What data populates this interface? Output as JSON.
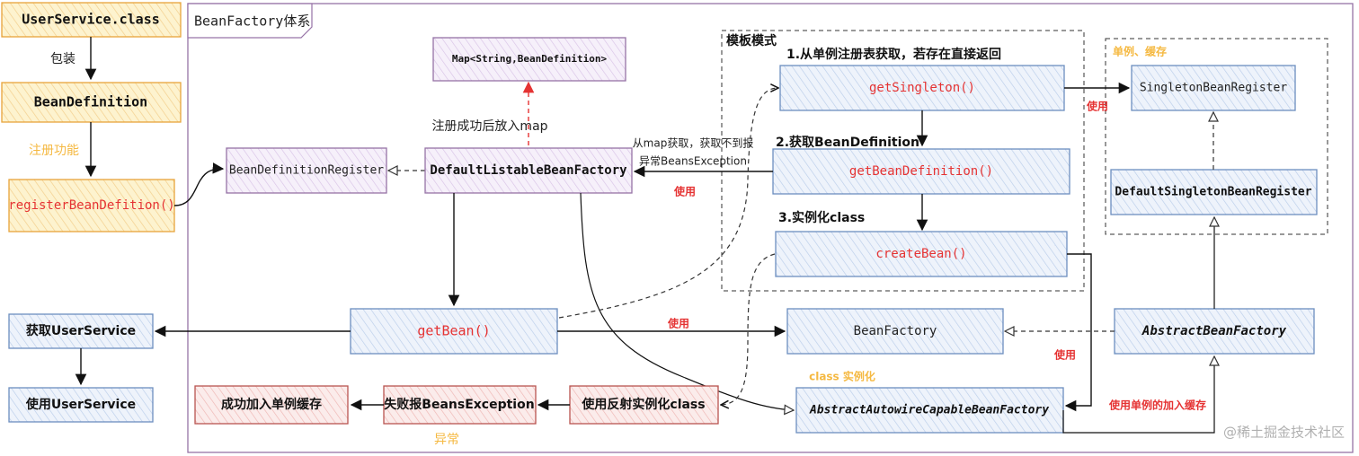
{
  "colors": {
    "yellow_fill": "#fdf3cf",
    "yellow_stroke": "#e8a33b",
    "blue_fill": "#e3ecf8",
    "blue_stroke": "#6c8ebf",
    "purple_fill": "#efe7f6",
    "purple_stroke": "#9673a6",
    "red_fill": "#f7dedd",
    "red_stroke": "#b85450",
    "accent_red": "#e53333",
    "accent_orange": "#f5b942",
    "text_dark": "#111111"
  },
  "left_flow": {
    "userservice_class": "UserService.class",
    "wrap_label": "包装",
    "bean_definition": "BeanDefinition",
    "register_label": "注册功能",
    "register_method": "registerBeanDefition()",
    "get_userservice": "获取UserService",
    "use_userservice": "使用UserService"
  },
  "frame": {
    "title": "BeanFactory体系"
  },
  "nodes": {
    "map": "Map<String,BeanDefinition>",
    "bean_definition_register": "BeanDefinitionRegister",
    "default_listable": "DefaultListableBeanFactory",
    "get_bean": "getBean()",
    "bean_factory": "BeanFactory",
    "abstract_bean_factory": "AbstractBeanFactory",
    "abstract_autowire": "AbstractAutowireCapableBeanFactory",
    "singleton_register": "SingletonBeanRegister",
    "default_singleton_register": "DefaultSingletonBeanRegister",
    "get_singleton": "getSingleton()",
    "get_bean_definition": "getBeanDefinition()",
    "create_bean": "createBean()",
    "reflect_instantiate": "使用反射实例化class",
    "fail_exception": "失败报BeansException",
    "success_cache": "成功加入单例缓存"
  },
  "template": {
    "title": "模板模式",
    "step1": "1.从单例注册表获取，若存在直接返回",
    "step2": "2.获取BeanDefinition",
    "step3": "3.实例化class"
  },
  "singleton_group": {
    "title": "单例、缓存"
  },
  "labels": {
    "put_in_map": "注册成功后放入map",
    "map_get_line1": "从map获取，获取不到报",
    "map_get_line2": "异常BeansException",
    "use_1": "使用",
    "use_2": "使用",
    "use_3": "使用",
    "use_4": "使用",
    "class_instantiate": "class 实例化",
    "exception": "异常",
    "use_singleton_cache": "使用单例的加入缓存"
  },
  "watermark": "@稀土掘金技术社区"
}
